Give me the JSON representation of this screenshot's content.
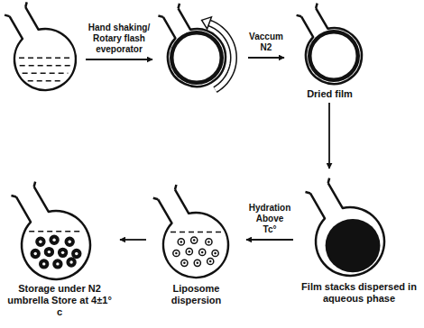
{
  "diagram": {
    "nodes": [
      {
        "text": []
      },
      {
        "text": []
      },
      {
        "text": [
          "Dried film"
        ]
      },
      {
        "text": [
          "Film stacks dispersed in aqueous phase"
        ]
      },
      {
        "text": [
          "Liposome dispersion"
        ]
      },
      {
        "text": [
          "Storage under N2 umbrella Store at 4±1° c"
        ]
      }
    ],
    "edges": [
      {
        "from": 0,
        "to": 1,
        "arrow": "to",
        "label": "Hand shaking/ Rotary flash eveporator"
      },
      {
        "from": 1,
        "to": 2,
        "arrow": "to",
        "label": "Vaccum N2"
      },
      {
        "from": 2,
        "to": 3,
        "arrow": "to"
      },
      {
        "from": 3,
        "to": 4,
        "arrow": "to",
        "label": "Hydration Above Tc°"
      },
      {
        "from": 4,
        "to": 5,
        "arrow": "to"
      }
    ]
  }
}
